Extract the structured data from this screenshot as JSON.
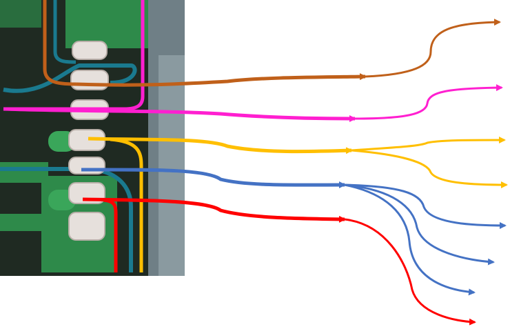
{
  "figure": {
    "photo": {
      "subject": "pcb-closeup-with-solder-pads-and-traced-wires"
    },
    "colors": {
      "brown": "#c0601a",
      "magenta": "#ff1fd0",
      "yellow": "#ffbf00",
      "blue": "#4472c4",
      "red": "#ff0000",
      "board_dark": "#1f2a22",
      "board_green": "#2e8a4a",
      "board_trace": "#3aa65a",
      "pad": "#e6e0dc",
      "teal": "#1a7a8f"
    },
    "traces": [
      {
        "name": "brown-trace",
        "color_key": "brown",
        "branches": 1
      },
      {
        "name": "magenta-trace",
        "color_key": "magenta",
        "branches": 1
      },
      {
        "name": "yellow-trace",
        "color_key": "yellow",
        "branches": 2
      },
      {
        "name": "blue-trace",
        "color_key": "blue",
        "branches": 4
      },
      {
        "name": "red-trace",
        "color_key": "red",
        "branches": 1
      }
    ]
  }
}
